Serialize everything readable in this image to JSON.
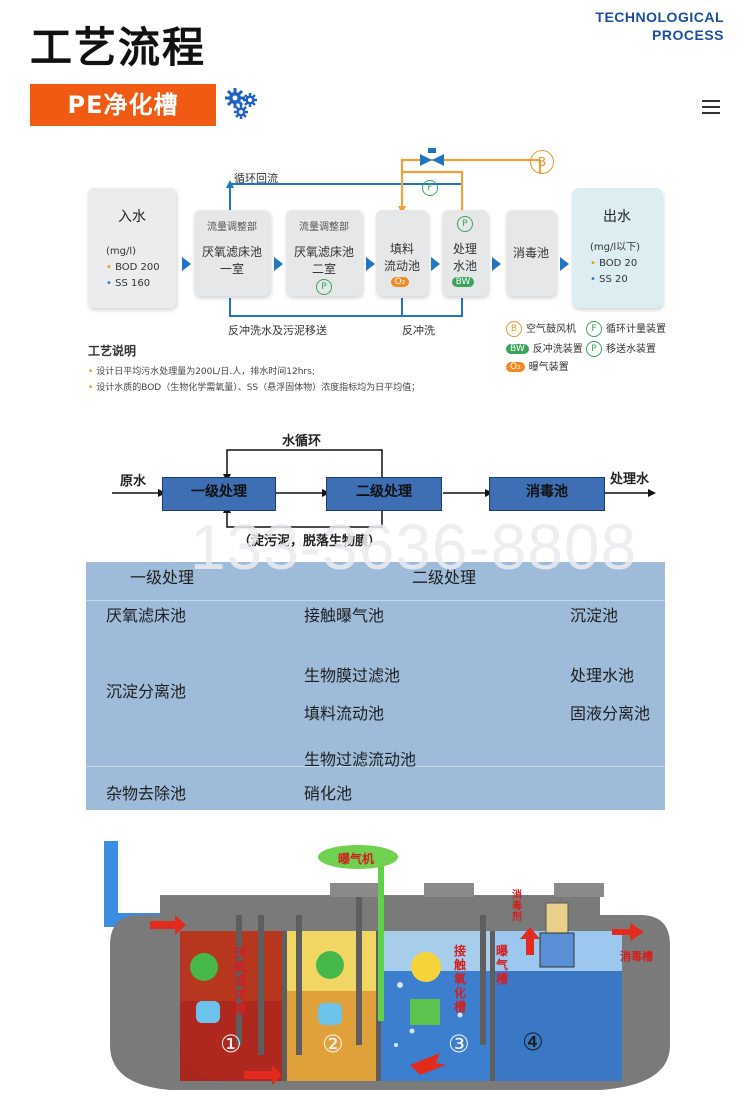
{
  "header": {
    "title": "工艺流程",
    "tech_line1": "TECHNOLOGICAL",
    "tech_line2": "PROCESS",
    "badge": "PE净化槽"
  },
  "flow1": {
    "inlet_title": "入水",
    "inlet_unit": "(mg/l)",
    "inlet_bod": "BOD 200",
    "inlet_ss": "SS 160",
    "box1_top": "流量调整部",
    "box1_name": "厌氧滤床池",
    "box1_sub": "一室",
    "box2_top": "流量调整部",
    "box2_name": "厌氧滤床池",
    "box2_sub": "二室",
    "box3_line1": "填料",
    "box3_line2": "流动池",
    "box4_line1": "处理",
    "box4_line2": "水池",
    "box5": "消毒池",
    "outlet_title": "出水",
    "outlet_unit": "(mg/l以下)",
    "outlet_bod": "BOD 20",
    "outlet_ss": "SS 20",
    "recycle": "循环回流",
    "backwash_sludge": "反冲洗水及污泥移送",
    "backwash": "反冲洗",
    "badge_p": "P",
    "badge_f": "F",
    "badge_b": "B",
    "badge_o2": "O₂",
    "badge_bw": "BW",
    "legend": {
      "blower": "空气鼓风机",
      "flowmeter": "循环计量装置",
      "backwash_device": "反冲洗装置",
      "pump": "移送水装置",
      "aerator": "曝气装置"
    },
    "notes_title": "工艺说明",
    "note1": "设计日平均污水处理量为200L/日.人，排水时间12hrs;",
    "note2": "设计水质的BOD（生物化学需氧量）、SS（悬浮固体物）浓度指标均为日平均值；"
  },
  "flow2": {
    "recycle": "水循环",
    "raw": "原水",
    "primary": "一级处理",
    "secondary": "二级处理",
    "disinfect": "消毒池",
    "treated": "处理水",
    "sludge": "（淀污泥，脱落生物膜）"
  },
  "watermark": "133-3636-8808",
  "table": {
    "header_left": "一级处理",
    "header_mid": "二级处理",
    "col1": [
      "厌氧滤床池",
      "沉淀分离池",
      "杂物去除池"
    ],
    "col2": [
      "接触曝气池",
      "生物膜过滤池",
      "填料流动池",
      "生物过滤流动池",
      "硝化池"
    ],
    "col3": [
      "沉淀池",
      "处理水池",
      "固液分离池"
    ]
  },
  "tank": {
    "aerator": "曝气机",
    "stage1": "厌氧滤床槽",
    "stage3": "接触氧化槽",
    "stage4": "曝气槽",
    "disinfectant": "消毒剂",
    "disinfect_tank": "消毒槽",
    "n1": "①",
    "n2": "②",
    "n3": "③",
    "n4": "④"
  },
  "colors": {
    "accent_orange": "#f05a12",
    "brand_blue": "#1b4ea3",
    "flow_blue": "#1f77c4"
  }
}
